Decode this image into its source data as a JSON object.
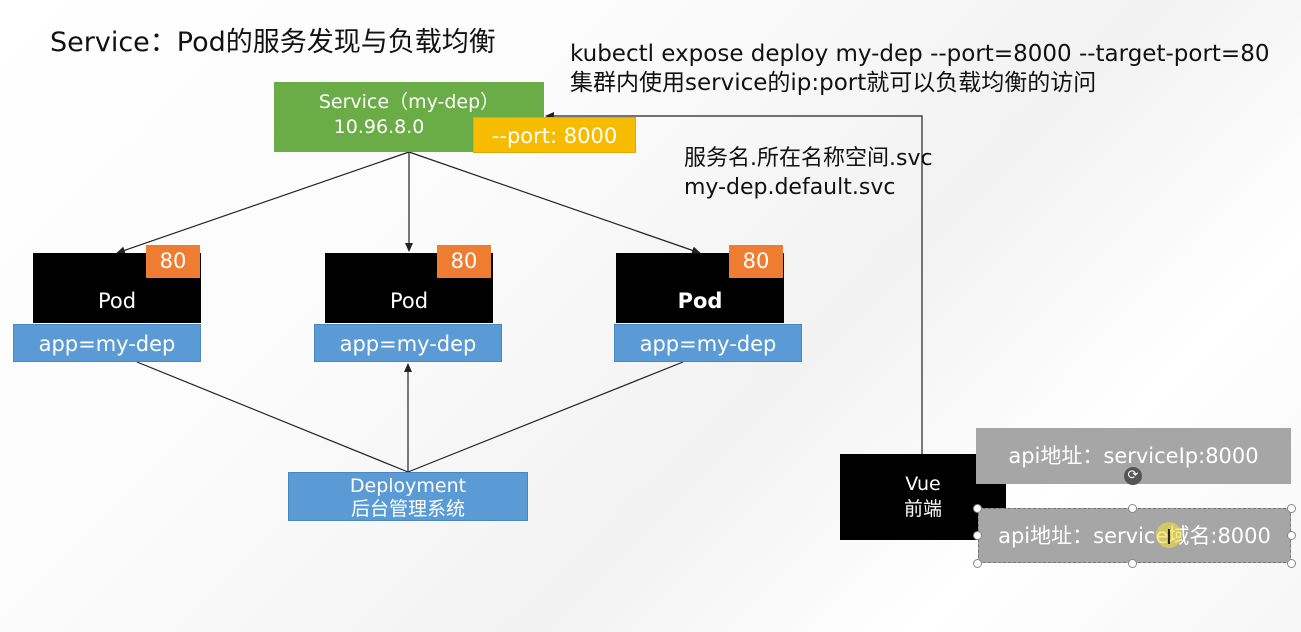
{
  "title": "Service：Pod的服务发现与负载均衡",
  "command": {
    "line1": "kubectl expose deploy my-dep --port=8000 --target-port=80",
    "line2": "集群内使用service的ip:port就可以负载均衡的访问"
  },
  "dns_note": {
    "line1": "服务名.所在名称空间.svc",
    "line2": "my-dep.default.svc"
  },
  "service": {
    "name": "Service（my-dep）",
    "ip": "10.96.8.0",
    "port": "--port: 8000"
  },
  "pods": [
    {
      "name": "Pod",
      "port": "80",
      "label": "app=my-dep"
    },
    {
      "name": "Pod",
      "port": "80",
      "label": "app=my-dep"
    },
    {
      "name": "Pod",
      "port": "80",
      "label": "app=my-dep"
    }
  ],
  "deployment": {
    "line1": "Deployment",
    "line2": "后台管理系统"
  },
  "vue": {
    "line1": "Vue",
    "line2": "前端"
  },
  "api": {
    "box1": "api地址：serviceIp:8000",
    "box2": "api地址：service域名:8000"
  },
  "colors": {
    "service": "#6aac46",
    "port_badge": "#f7bb00",
    "pod": "#000000",
    "pod_port": "#ee7d32",
    "label": "#5b9bd5",
    "api_box": "#a6a6a6"
  }
}
